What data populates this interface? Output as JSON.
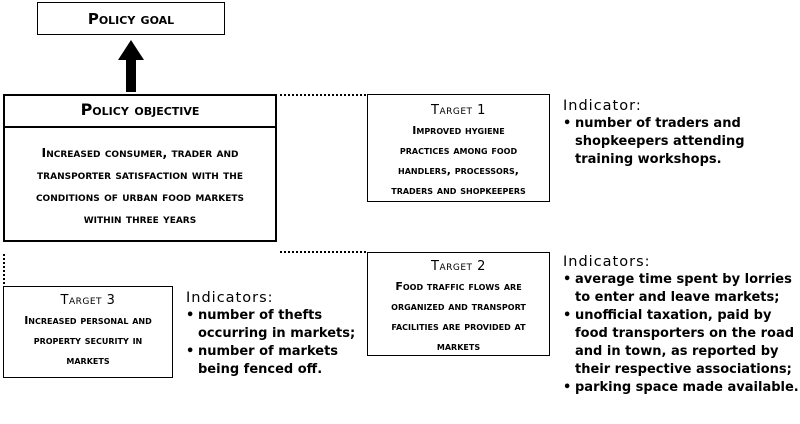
{
  "goal": {
    "label": "Policy goal"
  },
  "objective": {
    "heading": "Policy objective",
    "lines": [
      "Increased consumer, trader and",
      "transporter satisfaction with the",
      "conditions of urban food markets",
      "within three years"
    ]
  },
  "target1": {
    "title": "Target 1",
    "lines": [
      "Improved hygiene",
      "practices among food",
      "handlers, processors,",
      "traders and shopkeepers"
    ]
  },
  "target2": {
    "title": "Target 2",
    "lines": [
      "Food traffic flows are",
      "organized and transport",
      "facilities are provided  at",
      "markets"
    ]
  },
  "target3": {
    "title": "Target 3",
    "lines": [
      "Increased personal  and",
      "property security in",
      "markets"
    ]
  },
  "indicators1": {
    "heading": "Indicator:",
    "items": [
      "number of traders and shopkeepers attending training workshops."
    ]
  },
  "indicators2": {
    "heading": "Indicators:",
    "items": [
      "average time spent by lorries to enter and leave markets;",
      "unofficial taxation, paid by food transporters on the road and in town, as reported by their respective associations;",
      "parking space made available."
    ]
  },
  "indicators3": {
    "heading": "Indicators:",
    "items": [
      "number of thefts occurring in markets;",
      "number of markets being fenced off."
    ]
  }
}
